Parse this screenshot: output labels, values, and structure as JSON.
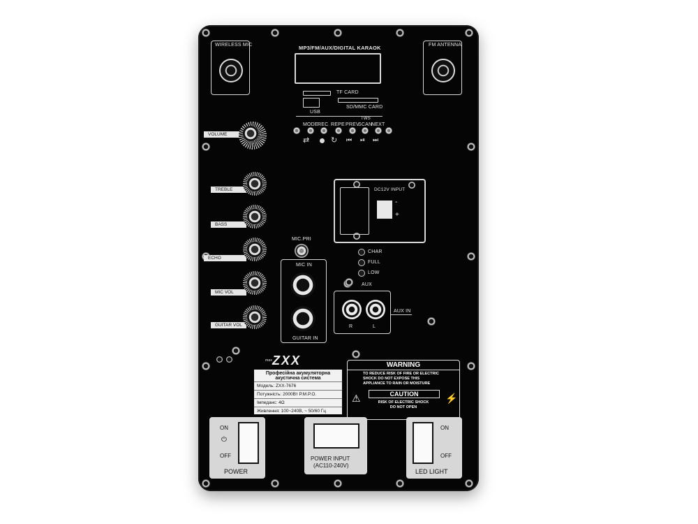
{
  "panel": {
    "wireless_mic": "WIRELESS MIC",
    "fm_antenna": "FM ANTENNA",
    "display_title": "MP3/FM/AUX/DIGITAL KARAOK",
    "tf_card": "TF CARD",
    "usb": "USB",
    "sd_mmc": "SD/MMC CARD",
    "buttons": [
      "MODE",
      "REC",
      "REPE",
      "PREV",
      "SCAN",
      "NEXT"
    ],
    "tws": "TWS",
    "knobs": [
      "VOLUME",
      "TREBLE",
      "BASS",
      "ECHO",
      "MIC VOL",
      "GUITAR VOL"
    ],
    "dc_input": "DC12V INPUT",
    "mic_pri": "MIC.PRI",
    "leds": [
      "CHAR",
      "FULL",
      "LOW"
    ],
    "mic_in": "MIC IN",
    "guitar_in": "GUITAR IN",
    "aux": "AUX",
    "aux_in": "AUX IN",
    "aux_r": "R",
    "aux_l": "L",
    "brand": "ZXX",
    "brand_prefix": "max"
  },
  "info_box": {
    "title_line1": "Професійна акумуляторна",
    "title_line2": "акустична система",
    "rows": [
      "Модель: ZXX-7676",
      "Потужність: 2000Вт P.M.P.O.",
      "Імпеданс: 4Ω",
      "Живлення: 100~240В, ~ 50/60 Гц"
    ]
  },
  "warning_box": {
    "title": "WARNING",
    "line1": "TO REDUCE RISK OF FIRE OR ELECTRIC",
    "line2": "SHOCK DO NOT EXPOSE THIS",
    "line3": "APPLIANCE TO RAIN OR MOISTURE",
    "caution": "CAUTION",
    "line4": "RISK OF ELECTRIC SHOCK",
    "line5": "DO NOT OPEN"
  },
  "switches": {
    "power_on": "ON",
    "power_symbol": "⏻",
    "power_off": "OFF",
    "power_label": "POWER",
    "power_input_label1": "POWER INPUT",
    "power_input_label2": "(AC110-240V)",
    "led_on": "ON",
    "led_off": "OFF",
    "led_label": "LED LIGHT"
  }
}
